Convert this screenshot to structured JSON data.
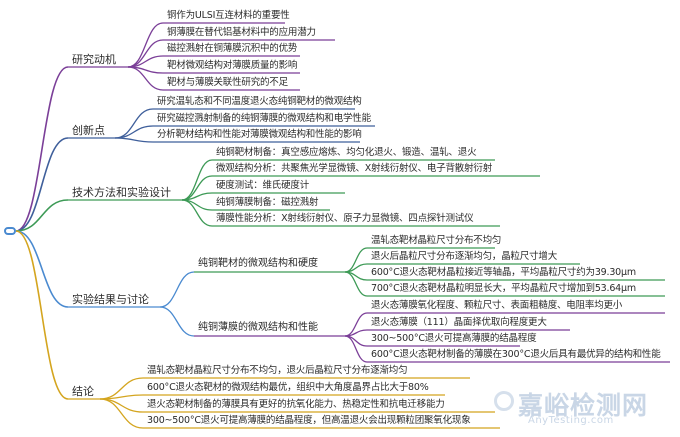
{
  "mindmap": {
    "sections": [
      {
        "label": "研究动机",
        "color": "#7b3f98",
        "items": [
          "铜作为ULSI互连材料的重要性",
          "铜薄膜在替代铝基材料中的应用潜力",
          "磁控溅射在铜薄膜沉积中的优势",
          "靶材微观结构对薄膜质量的影响",
          "靶材与薄膜关联性研究的不足"
        ]
      },
      {
        "label": "创新点",
        "color": "#3f5f9b",
        "items": [
          "研究温轧态和不同温度退火态纯铜靶材的微观结构",
          "研究磁控溅射制备的纯铜薄膜的微观结构和电学性能",
          "分析靶材结构和性能对薄膜微观结构和性能的影响"
        ]
      },
      {
        "label": "技术方法和实验设计",
        "color": "#3d9a56",
        "items": [
          "纯铜靶材制备：真空感应熔炼、均匀化退火、锻造、温轧、退火",
          "微观结构分析：共聚焦光学显微镜、X射线衍射仪、电子背散射衍射",
          "硬度测试：维氏硬度计",
          "纯铜薄膜制备：磁控溅射",
          "薄膜性能分析：X射线衍射仪、原子力显微镜、四点探针测试仪"
        ]
      },
      {
        "label": "实验结果与讨论",
        "color": "#4a8ad0",
        "groups": [
          {
            "label": "纯铜靶材的微观结构和硬度",
            "color": "#3d9a56",
            "items": [
              "温轧态靶材晶粒尺寸分布不均匀",
              "退火后晶粒尺寸分布逐渐均匀，晶粒尺寸增大",
              "600°C退火态靶材晶粒接近等轴晶，平均晶粒尺寸约为39.30μm",
              "700°C退火态靶材晶粒明显长大，平均晶粒尺寸增加到53.64μm"
            ]
          },
          {
            "label": "纯铜薄膜的微观结构和性能",
            "color": "#7b3f98",
            "items": [
              "退火态薄膜氧化程度、颗粒尺寸、表面粗糙度、电阻率均更小",
              "退火态薄膜（111）晶面择优取向程度更大",
              "300~500°C退火可提高薄膜的结晶程度",
              "600°C退火态靶材制备的薄膜在300°C退火后具有最优异的结构和性能"
            ]
          }
        ]
      },
      {
        "label": "结论",
        "color": "#d4a51f",
        "items": [
          "温轧态靶材晶粒尺寸分布不均匀，退火后晶粒尺寸分布逐渐均匀",
          "600°C退火态靶材的微观结构最优，组织中大角度晶界占比大于80%",
          "退火态靶材制备的薄膜具有更好的抗氧化能力、热稳定性和抗电迁移能力",
          "300~500°C退火可提高薄膜的结晶程度，但高温退火会出现颗粒团聚氧化现象"
        ]
      }
    ]
  },
  "watermark": {
    "cn": "嘉峪检测网",
    "en": "AnyTesting.com"
  }
}
